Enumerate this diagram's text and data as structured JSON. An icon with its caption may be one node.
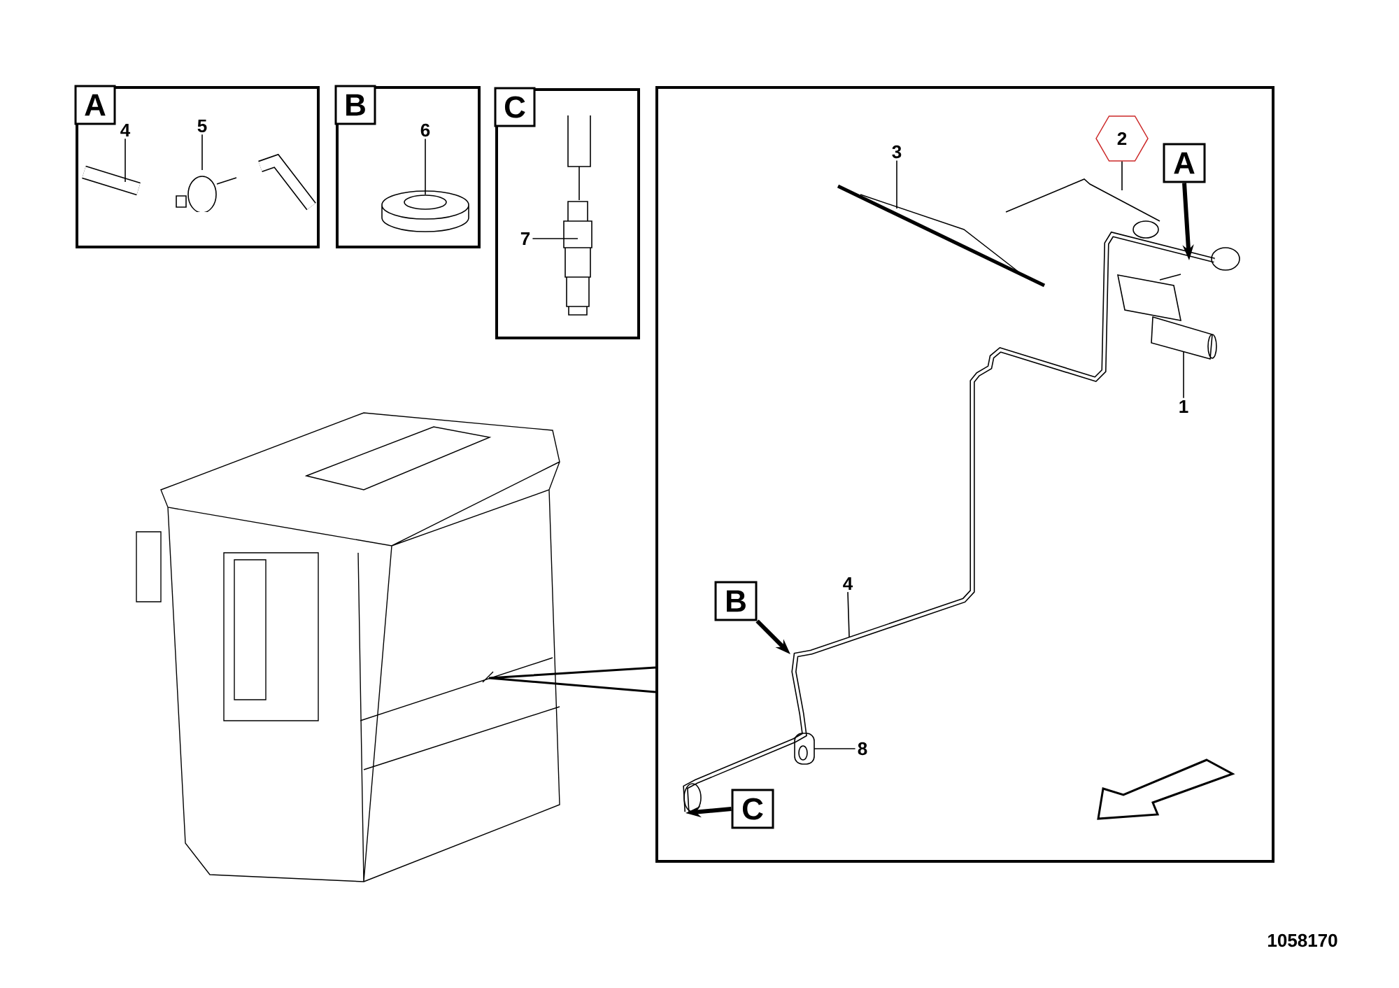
{
  "diagram": {
    "nodes": [
      {
        "text": [],
        "shape": "box"
      },
      {
        "text": [
          "A"
        ],
        "in": 0
      },
      {
        "text": [
          "4"
        ],
        "in": 0
      },
      {
        "text": [
          "5"
        ],
        "in": 0
      },
      {
        "text": [],
        "shape": "picture",
        "in": 0
      },
      {
        "text": [],
        "shape": "picture",
        "in": 0
      },
      {
        "text": [],
        "shape": "box"
      },
      {
        "text": [
          "B"
        ],
        "in": 6
      },
      {
        "text": [
          "6"
        ],
        "in": 6
      },
      {
        "text": [],
        "shape": "picture",
        "in": 6
      },
      {
        "text": [],
        "shape": "box"
      },
      {
        "text": [
          "C"
        ],
        "in": 10
      },
      {
        "text": [
          "7"
        ],
        "in": 10
      },
      {
        "text": [],
        "shape": "picture",
        "in": 10
      },
      {
        "text": [],
        "shape": "box"
      },
      {
        "text": [
          "3"
        ],
        "in": 14
      },
      {
        "text": [
          "2"
        ],
        "in": 14
      },
      {
        "text": [
          "A"
        ],
        "in": 14
      },
      {
        "text": [
          "1"
        ],
        "in": 14
      },
      {
        "text": [
          "4"
        ],
        "in": 14
      },
      {
        "text": [
          "B"
        ],
        "in": 14
      },
      {
        "text": [
          "8"
        ],
        "in": 14
      },
      {
        "text": [
          "C"
        ],
        "in": 14
      },
      {
        "text": [],
        "shape": "picture",
        "in": 14
      },
      {
        "text": [],
        "shape": "picture",
        "in": 14
      },
      {
        "text": [],
        "shape": "picture",
        "in": 14
      },
      {
        "text": [],
        "shape": "picture",
        "in": 14
      },
      {
        "text": [],
        "shape": "picture"
      }
    ],
    "edges": [
      {
        "from": 2,
        "to": 4,
        "arrow": "none"
      },
      {
        "from": 3,
        "to": 5,
        "arrow": "none"
      },
      {
        "from": 8,
        "to": 9,
        "arrow": "none"
      },
      {
        "from": 12,
        "to": 13,
        "arrow": "none"
      },
      {
        "from": 15,
        "to": 23,
        "arrow": "none"
      },
      {
        "from": 16,
        "to": 24,
        "arrow": "none"
      },
      {
        "from": 17,
        "to": null,
        "arrow": "to",
        "style": "thick"
      },
      {
        "from": 18,
        "to": 25,
        "arrow": "none"
      },
      {
        "from": 19,
        "to": null,
        "arrow": "none"
      },
      {
        "from": 20,
        "to": null,
        "arrow": "to",
        "style": "thick"
      },
      {
        "from": 21,
        "to": 26,
        "arrow": "none"
      },
      {
        "from": 22,
        "to": null,
        "arrow": "to",
        "style": "thick"
      },
      {
        "from": 27,
        "to": 14,
        "arrow": "none"
      }
    ],
    "labels": [
      "1058170"
    ]
  }
}
